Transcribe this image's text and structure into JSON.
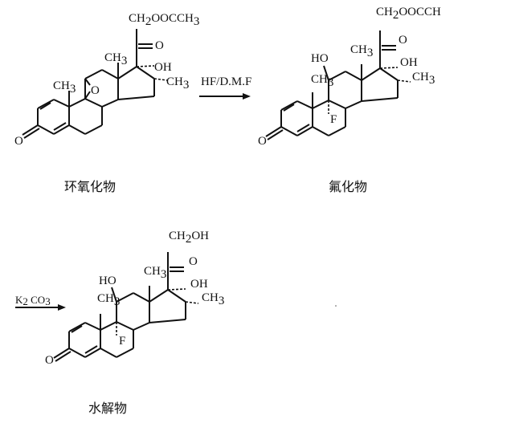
{
  "reaction_steps": [
    {
      "reagent": "HF/D.M.F"
    },
    {
      "reagent_main": "K",
      "reagent_sub": "2",
      "reagent_rest": " CO",
      "reagent_sub2": "3"
    }
  ],
  "molecules": [
    {
      "caption": "环氧化物",
      "side_chain": "CH",
      "side_chain_sub": "2",
      "side_chain_rest": "OOCCH",
      "side_chain_sub2": "3",
      "carbonyl_o": "O",
      "c13_methyl": "CH",
      "c13_methyl_sub": "3",
      "oh17": "OH",
      "c16_methyl": "CH",
      "c16_methyl_sub": "3",
      "c10_methyl": "CH",
      "c10_methyl_sub": "3",
      "epoxide_o": "O",
      "ketone_o": "O"
    },
    {
      "caption": "氟化物",
      "side_chain": "CH",
      "side_chain_sub": "2",
      "side_chain_rest": "OOCCH",
      "carbonyl_o": "O",
      "c13_methyl": "CH",
      "c13_methyl_sub": "3",
      "oh17": "OH",
      "c16_methyl": "CH",
      "c16_methyl_sub": "3",
      "c10_methyl": "CH",
      "c10_methyl_sub": "3",
      "ho11": "HO",
      "fluoro": "F",
      "ketone_o": "O"
    },
    {
      "caption": "水解物",
      "side_chain": "CH",
      "side_chain_sub": "2",
      "side_chain_rest": "OH",
      "carbonyl_o": "O",
      "c13_methyl": "CH",
      "c13_methyl_sub": "3",
      "oh17": "OH",
      "c16_methyl": "CH",
      "c16_methyl_sub": "3",
      "c10_methyl": "CH",
      "c10_methyl_sub": "3",
      "ho11": "HO",
      "fluoro": "F",
      "ketone_o": "O"
    }
  ]
}
